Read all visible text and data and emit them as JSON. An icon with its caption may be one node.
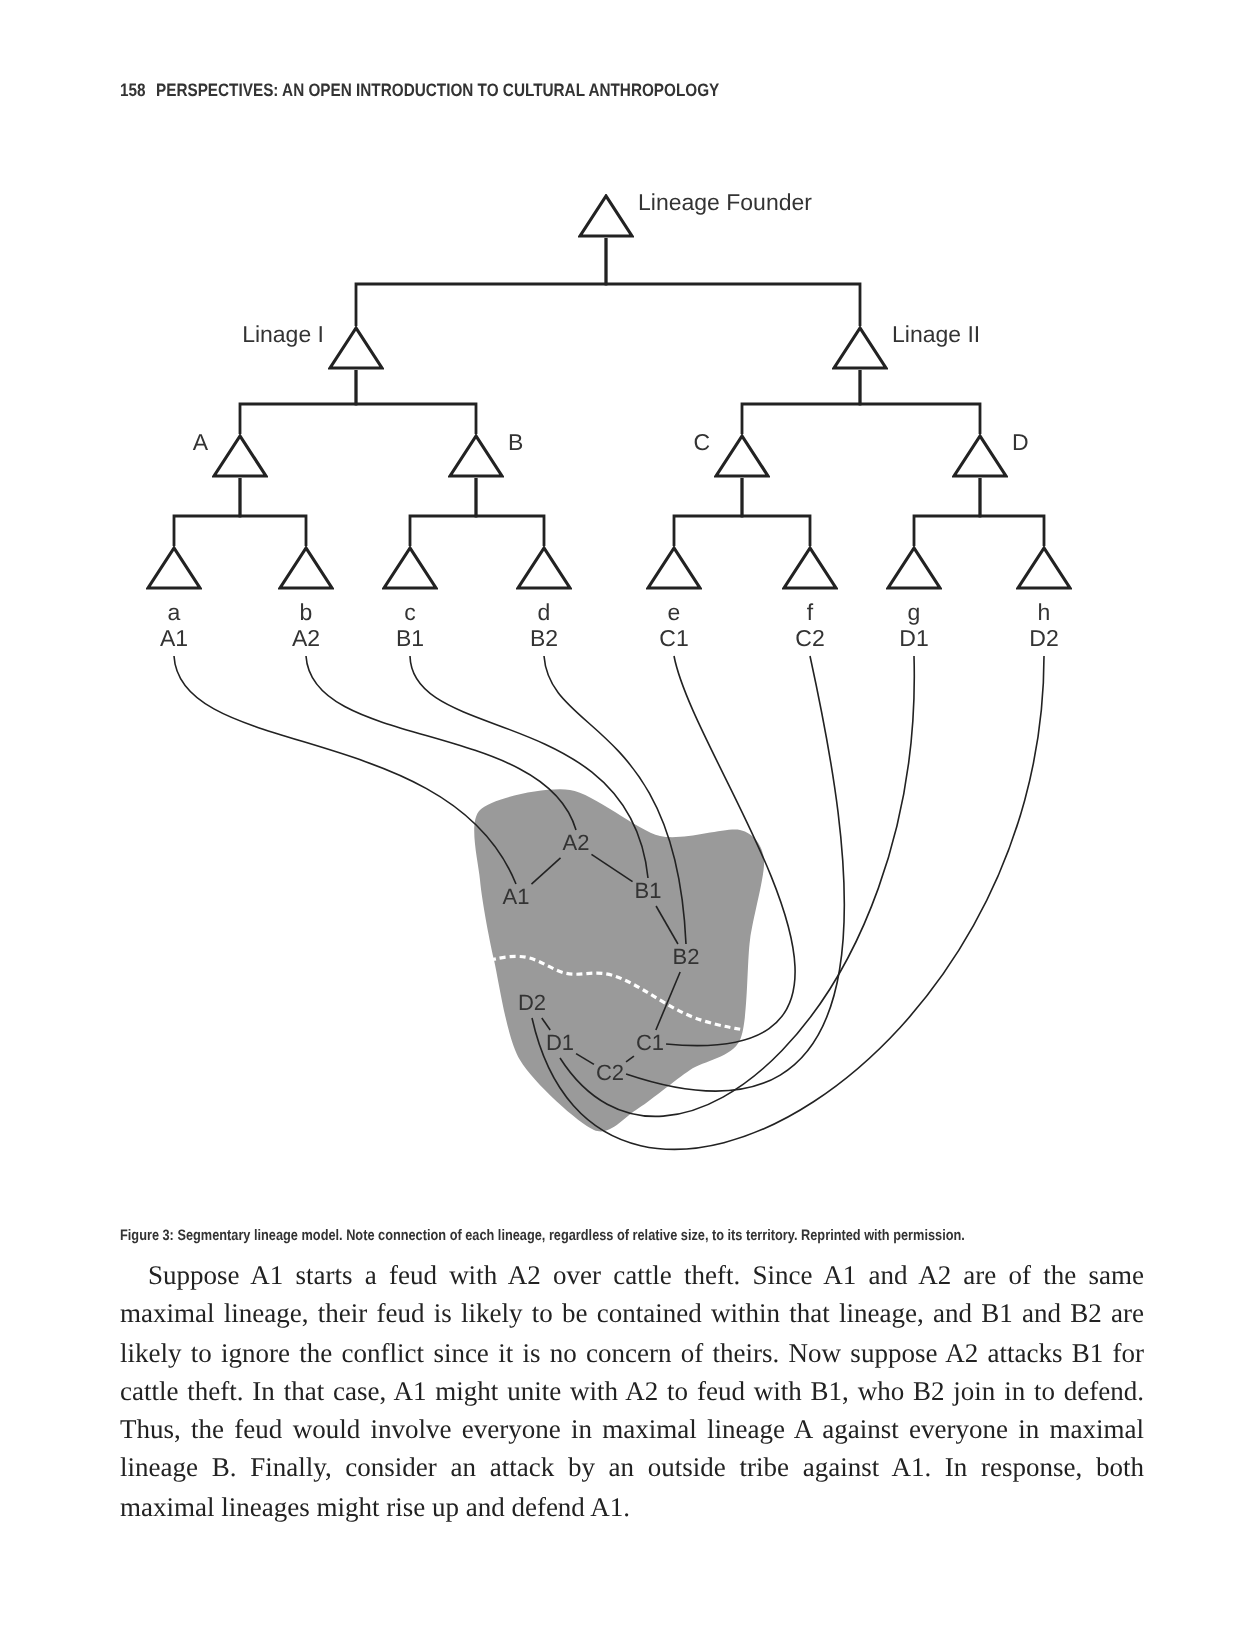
{
  "diagram": {
    "caption": "Figure 3: Segmentary lineage model. Note connection of each lineage, regardless of relative size, to its territory. Reprinted with permission.",
    "nodes": [
      {
        "text": [
          "Lineage Founder"
        ]
      },
      {
        "text": [
          "Linage I"
        ]
      },
      {
        "text": [
          "Linage II"
        ]
      },
      {
        "text": [
          "A"
        ]
      },
      {
        "text": [
          "B"
        ]
      },
      {
        "text": [
          "C"
        ]
      },
      {
        "text": [
          "D"
        ]
      },
      {
        "text": [
          "a",
          "A1"
        ]
      },
      {
        "text": [
          "b",
          "A2"
        ]
      },
      {
        "text": [
          "c",
          "B1"
        ]
      },
      {
        "text": [
          "d",
          "B2"
        ]
      },
      {
        "text": [
          "e",
          "C1"
        ]
      },
      {
        "text": [
          "f",
          "C2"
        ]
      },
      {
        "text": [
          "g",
          "D1"
        ]
      },
      {
        "text": [
          "h",
          "D2"
        ]
      },
      {
        "text": [],
        "shape": "cloud"
      },
      {
        "text": [
          "A1"
        ],
        "in": 15
      },
      {
        "text": [
          "A2"
        ],
        "in": 15
      },
      {
        "text": [
          "B1"
        ],
        "in": 15
      },
      {
        "text": [
          "B2"
        ],
        "in": 15
      },
      {
        "text": [
          "C1"
        ],
        "in": 15
      },
      {
        "text": [
          "C2"
        ],
        "in": 15
      },
      {
        "text": [
          "D1"
        ],
        "in": 15
      },
      {
        "text": [
          "D2"
        ],
        "in": 15
      }
    ],
    "edges": [
      {
        "from": 0,
        "to": 1,
        "arrow": "none"
      },
      {
        "from": 0,
        "to": 2,
        "arrow": "none"
      },
      {
        "from": 1,
        "to": 3,
        "arrow": "none"
      },
      {
        "from": 1,
        "to": 4,
        "arrow": "none"
      },
      {
        "from": 2,
        "to": 5,
        "arrow": "none"
      },
      {
        "from": 2,
        "to": 6,
        "arrow": "none"
      },
      {
        "from": 3,
        "to": 7,
        "arrow": "none"
      },
      {
        "from": 3,
        "to": 8,
        "arrow": "none"
      },
      {
        "from": 4,
        "to": 9,
        "arrow": "none"
      },
      {
        "from": 4,
        "to": 10,
        "arrow": "none"
      },
      {
        "from": 5,
        "to": 11,
        "arrow": "none"
      },
      {
        "from": 5,
        "to": 12,
        "arrow": "none"
      },
      {
        "from": 6,
        "to": 13,
        "arrow": "none"
      },
      {
        "from": 6,
        "to": 14,
        "arrow": "none"
      },
      {
        "from": 7,
        "to": 16,
        "arrow": "none"
      },
      {
        "from": 8,
        "to": 17,
        "arrow": "none"
      },
      {
        "from": 9,
        "to": 18,
        "arrow": "none"
      },
      {
        "from": 10,
        "to": 19,
        "arrow": "none"
      },
      {
        "from": 11,
        "to": 20,
        "arrow": "none"
      },
      {
        "from": 12,
        "to": 21,
        "arrow": "none"
      },
      {
        "from": 13,
        "to": 22,
        "arrow": "none"
      },
      {
        "from": 14,
        "to": 23,
        "arrow": "none"
      },
      {
        "from": 16,
        "to": 17,
        "arrow": "none"
      },
      {
        "from": 17,
        "to": 18,
        "arrow": "none"
      },
      {
        "from": 18,
        "to": 19,
        "arrow": "none"
      },
      {
        "from": 19,
        "to": 20,
        "arrow": "none"
      },
      {
        "from": 20,
        "to": 21,
        "arrow": "none"
      },
      {
        "from": 21,
        "to": 22,
        "arrow": "none"
      },
      {
        "from": 22,
        "to": 23,
        "arrow": "none"
      }
    ],
    "labels": [
      "158",
      "PERSPECTIVES: AN OPEN INTRODUCTION TO CULTURAL ANTHROPOLOGY",
      "Suppose A1 starts a feud with A2 over cattle theft. Since A1 and A2 are of the same maximal lineage, their feud is likely to be contained within that lineage, and B1 and B2 are likely to ignore the conflict since it is no concern of theirs. Now suppose A2 attacks B1 for cattle theft. In that case, A1 might unite with A2 to feud with B1, who B2 join in to defend. Thus, the feud would involve everyone in maximal lineage A against everyone in maximal lineage B. Finally, consider an attack by an outside tribe against A1. In response, both maximal lineages might rise up and defend A1."
    ]
  }
}
